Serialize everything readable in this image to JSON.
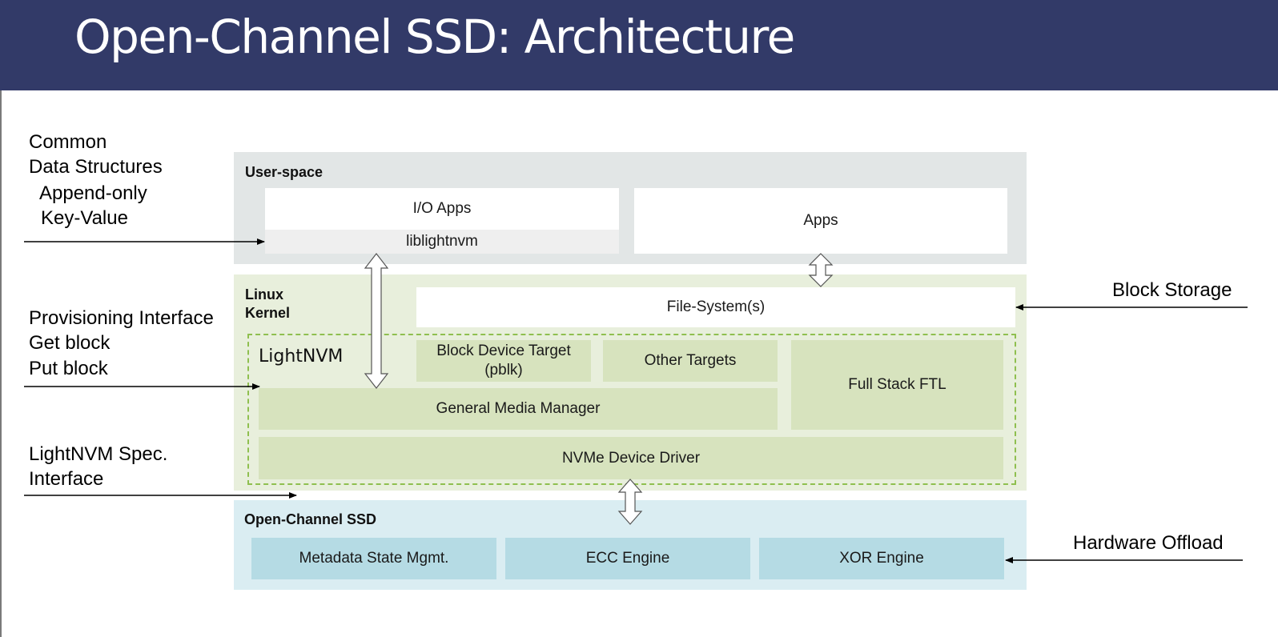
{
  "slide": {
    "title": "Open-Channel SSD: Architecture"
  },
  "layers": {
    "user": {
      "label": "User-space",
      "io_apps": "I/O Apps",
      "liblightnvm": "liblightnvm",
      "apps": "Apps"
    },
    "kernel": {
      "label_line1": "Linux",
      "label_line2": "Kernel",
      "file_system": "File-System(s)",
      "lightnvm_label": "LightNVM",
      "block_device_target_line1": "Block Device Target",
      "block_device_target_line2": "(pblk)",
      "other_targets": "Other Targets",
      "full_stack_ftl": "Full Stack FTL",
      "general_media_manager": "General Media Manager",
      "nvme_driver": "NVMe Device Driver"
    },
    "ssd": {
      "label": "Open-Channel SSD",
      "metadata": "Metadata State Mgmt.",
      "ecc": "ECC Engine",
      "xor": "XOR Engine"
    }
  },
  "annotations": {
    "left": {
      "common_1": "Common",
      "common_2": "Data Structures",
      "common_3": "Append-only",
      "common_4": "Key-Value",
      "prov_1": "Provisioning Interface",
      "prov_2": "Get block",
      "prov_3": "Put block",
      "spec_1": "LightNVM Spec.",
      "spec_2": "Interface"
    },
    "right": {
      "block_storage": "Block Storage",
      "hardware_offload": "Hardware Offload"
    }
  },
  "colors": {
    "title_bar": "#323a68",
    "user_layer": "#e2e6e6",
    "kernel_layer": "#e8efdc",
    "ssd_layer": "#daedf2",
    "green_box": "#d7e3be",
    "blue_box": "#b5dbe4",
    "lightnvm_border": "#8fbf4f"
  }
}
